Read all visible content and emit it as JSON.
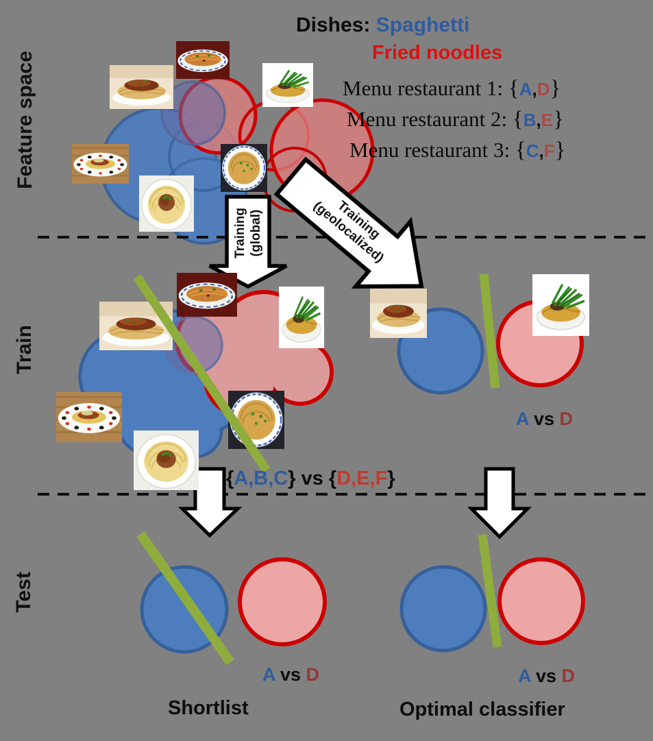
{
  "background_color": "#818181",
  "colors": {
    "spaghetti_blue": "#2E5C9E",
    "fried_noodles_red": "#DD1111",
    "def_letter_red": "#C2392E",
    "menu_letter_red": "#A84A48",
    "circle_blue_fill": "#4E7DBD",
    "circle_blue_stroke": "#36609A",
    "circle_pink_fill": "#ECA6A6",
    "circle_pink_stroke": "#CC0000",
    "classifier_green": "#8FAD3C"
  },
  "header": {
    "dishes_label": "Dishes:",
    "dish_spaghetti": "Spaghetti",
    "dish_fried_noodles": "Fried noodles"
  },
  "menus": [
    {
      "prefix": "Menu restaurant 1:  ",
      "open": "{",
      "first": "A",
      "comma": ",",
      "second": "D",
      "close": "}"
    },
    {
      "prefix": "Menu restaurant 2:  ",
      "open": "{",
      "first": "B",
      "comma": ",",
      "second": "E",
      "close": "}"
    },
    {
      "prefix": "Menu restaurant 3:  ",
      "open": "{",
      "first": "C",
      "comma": ",",
      "second": "F",
      "close": "}"
    }
  ],
  "sections": {
    "feature_space": "Feature space",
    "train": "Train",
    "test": "Test"
  },
  "arrows": {
    "global_line1": "Training",
    "global_line2": "(global)",
    "geo_line1": "Training",
    "geo_line2": "(geolocalized)"
  },
  "train_labels": {
    "global_open1": "{",
    "global_abc": "A,B,C",
    "global_close1": "}",
    "global_vs": " vs ",
    "global_open2": "{",
    "global_def": "D,E,F",
    "global_close2": "}",
    "geo_a": "A",
    "geo_vs": " vs ",
    "geo_d": "D"
  },
  "test_labels": {
    "left_a": "A",
    "left_vs": " vs ",
    "left_d": "D",
    "right_a": "A",
    "right_vs": " vs ",
    "right_d": "D",
    "shortlist": "Shortlist",
    "optimal": "Optimal classifier"
  },
  "food_images": [
    "spaghetti-bolognese-plate",
    "fried-noodles-decorated-plate",
    "fried-noodles-with-greens",
    "spaghetti-olives-tomatoes-plate",
    "plain-spaghetti-top-view",
    "noodles-blue-bowl-top-view"
  ]
}
